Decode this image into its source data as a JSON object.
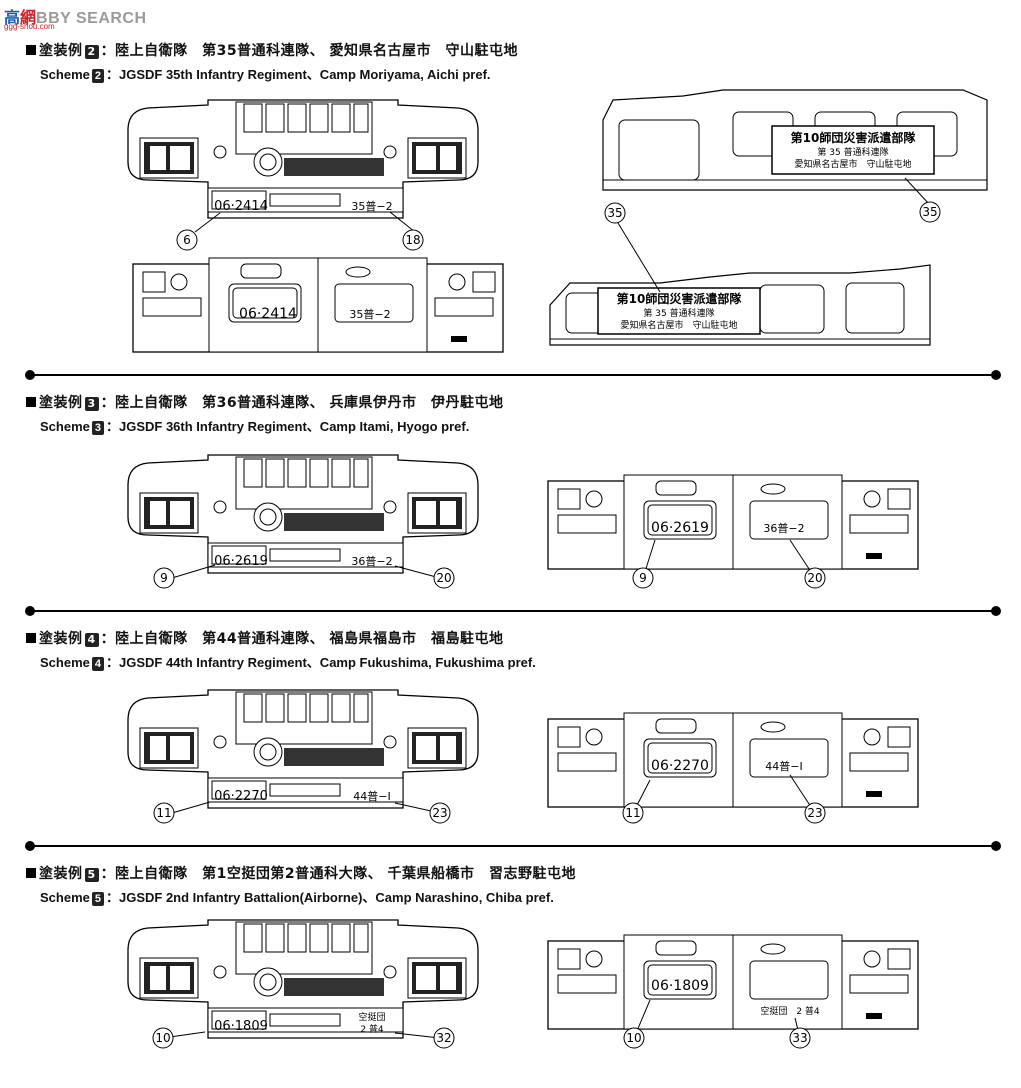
{
  "watermark": {
    "part1": "高",
    "part2": "網",
    "part3": "BBY SEARCH",
    "sub": "ggg-shou.com"
  },
  "schemes": [
    {
      "jp_prefix": "塗装例",
      "num": "2",
      "jp_text": "：陸上自衛隊　第35普通科連隊、 愛知県名古屋市　守山駐屯地",
      "en_prefix": "Scheme",
      "en_text": "：JGSDF 35th Infantry Regiment、Camp Moriyama, Aichi pref.",
      "front_plate": "06·2414",
      "front_unit": "35普−2",
      "rear_plate": "06·2414",
      "rear_unit": "35普−2",
      "callouts": [
        "6",
        "18",
        "35",
        "35"
      ],
      "sign": [
        "第10師団災害派遣部隊",
        "第 35 普通科連隊",
        "愛知県名古屋市　守山駐屯地"
      ]
    },
    {
      "jp_prefix": "塗装例",
      "num": "3",
      "jp_text": "：陸上自衛隊　第36普通科連隊、 兵庫県伊丹市　伊丹駐屯地",
      "en_prefix": "Scheme",
      "en_text": "：JGSDF 36th Infantry Regiment、Camp Itami, Hyogo pref.",
      "front_plate": "06·2619",
      "front_unit": "36普−2",
      "rear_plate": "06·2619",
      "rear_unit": "36普−2",
      "callouts": [
        "9",
        "20",
        "9",
        "20"
      ]
    },
    {
      "jp_prefix": "塗装例",
      "num": "4",
      "jp_text": "：陸上自衛隊　第44普通科連隊、 福島県福島市　福島駐屯地",
      "en_prefix": "Scheme",
      "en_text": "：JGSDF 44th Infantry Regiment、Camp Fukushima, Fukushima pref.",
      "front_plate": "06·2270",
      "front_unit": "44普−Ⅰ",
      "rear_plate": "06·2270",
      "rear_unit": "44普−Ⅰ",
      "callouts": [
        "11",
        "23",
        "11",
        "23"
      ]
    },
    {
      "jp_prefix": "塗装例",
      "num": "5",
      "jp_text": "：陸上自衛隊　第1空挺団第2普通科大隊、 千葉県船橋市　習志野駐屯地",
      "en_prefix": "Scheme",
      "en_text": "：JGSDF 2nd Infantry Battalion(Airborne)、Camp Narashino, Chiba pref.",
      "front_plate": "06·1809",
      "front_unit_top": "空挺団",
      "front_unit": "2 普4",
      "rear_plate": "06·1809",
      "rear_unit": "空挺団　2 普4",
      "callouts": [
        "10",
        "32",
        "10",
        "33"
      ]
    }
  ]
}
